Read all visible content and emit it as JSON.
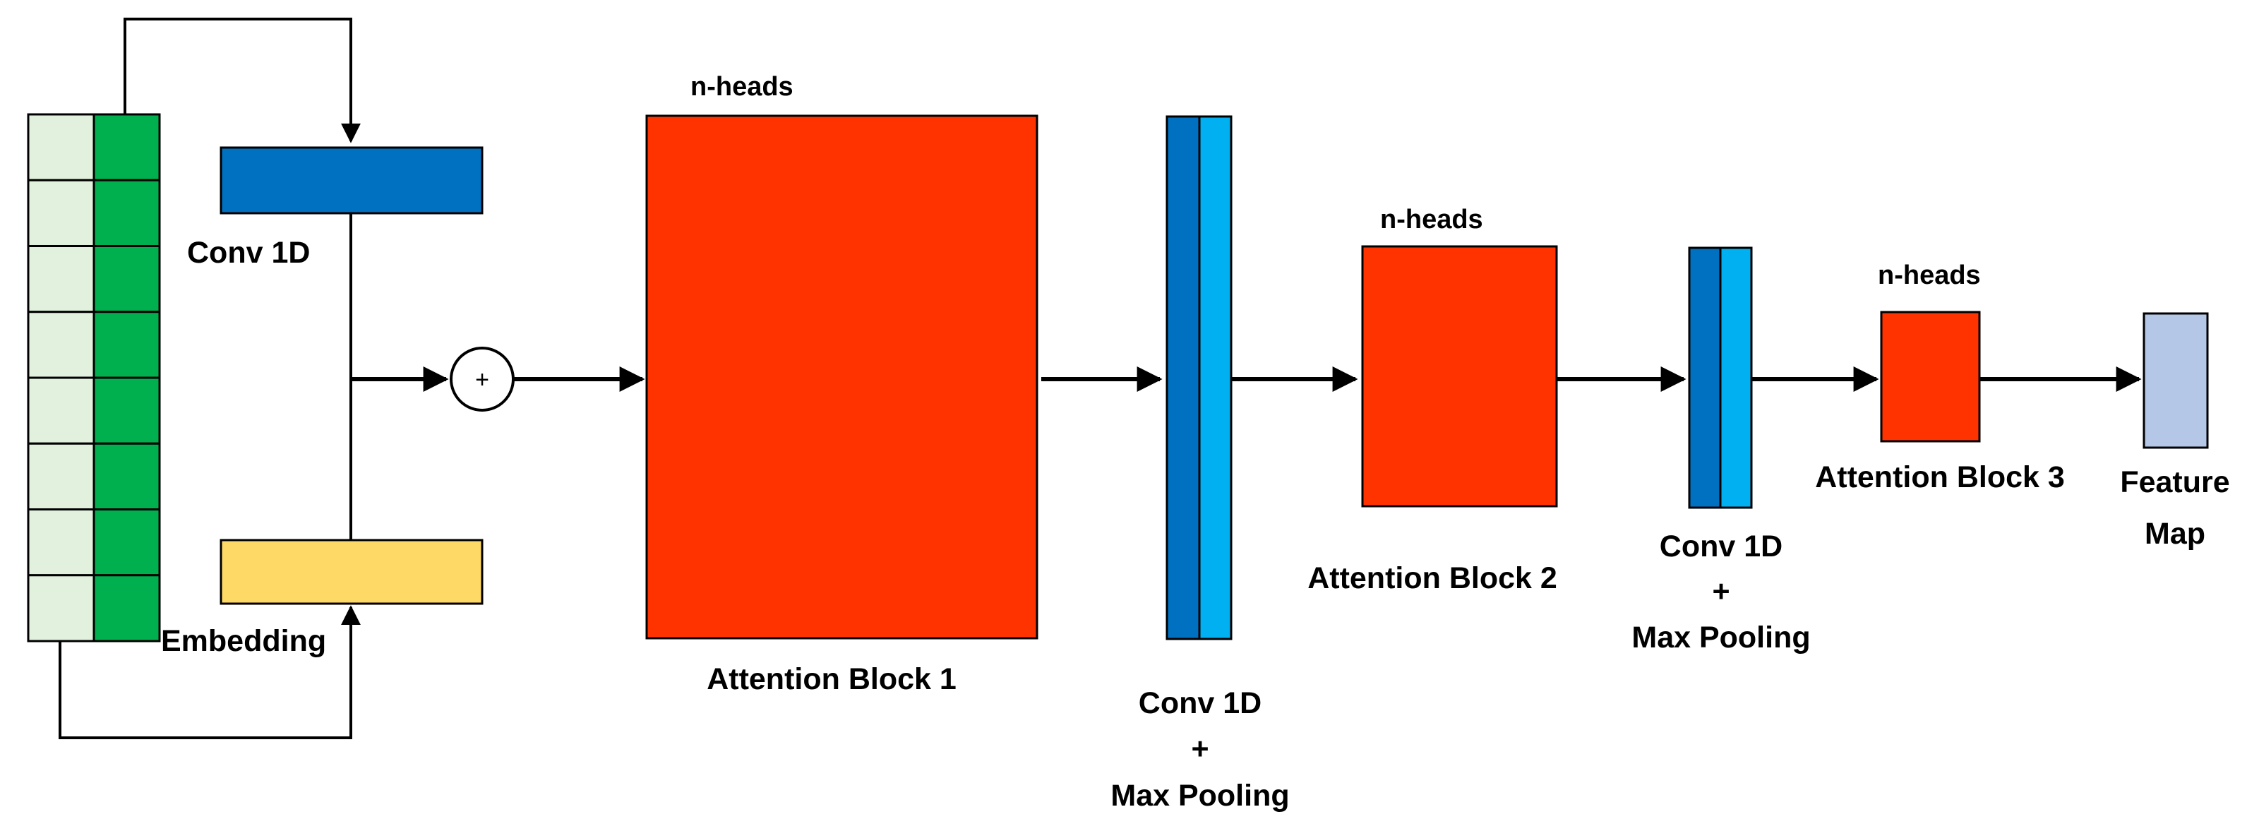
{
  "labels": {
    "conv1d_top": "Conv  1D",
    "embedding": "Embedding",
    "plus": "+",
    "heads_1": "n-heads",
    "heads_2": "n-heads",
    "heads_3": "n-heads",
    "attention_1": "Attention Block 1",
    "attention_2": "Attention Block 2",
    "attention_3": "Attention Block 3",
    "conv_pool_1": [
      "Conv 1D",
      "+",
      "Max Pooling"
    ],
    "conv_pool_2": [
      "Conv 1D",
      "+",
      "Max Pooling"
    ],
    "feature_map": [
      "Feature",
      "Map"
    ]
  },
  "colors": {
    "input_light": "#e2f1dd",
    "input_green": "#00b04f",
    "conv_dark_blue": "#0070c0",
    "conv_light_blue": "#00b0f0",
    "embedding_yellow": "#ffd966",
    "attention_red": "#ff3300",
    "feature_map_blue": "#b4c7e7"
  }
}
